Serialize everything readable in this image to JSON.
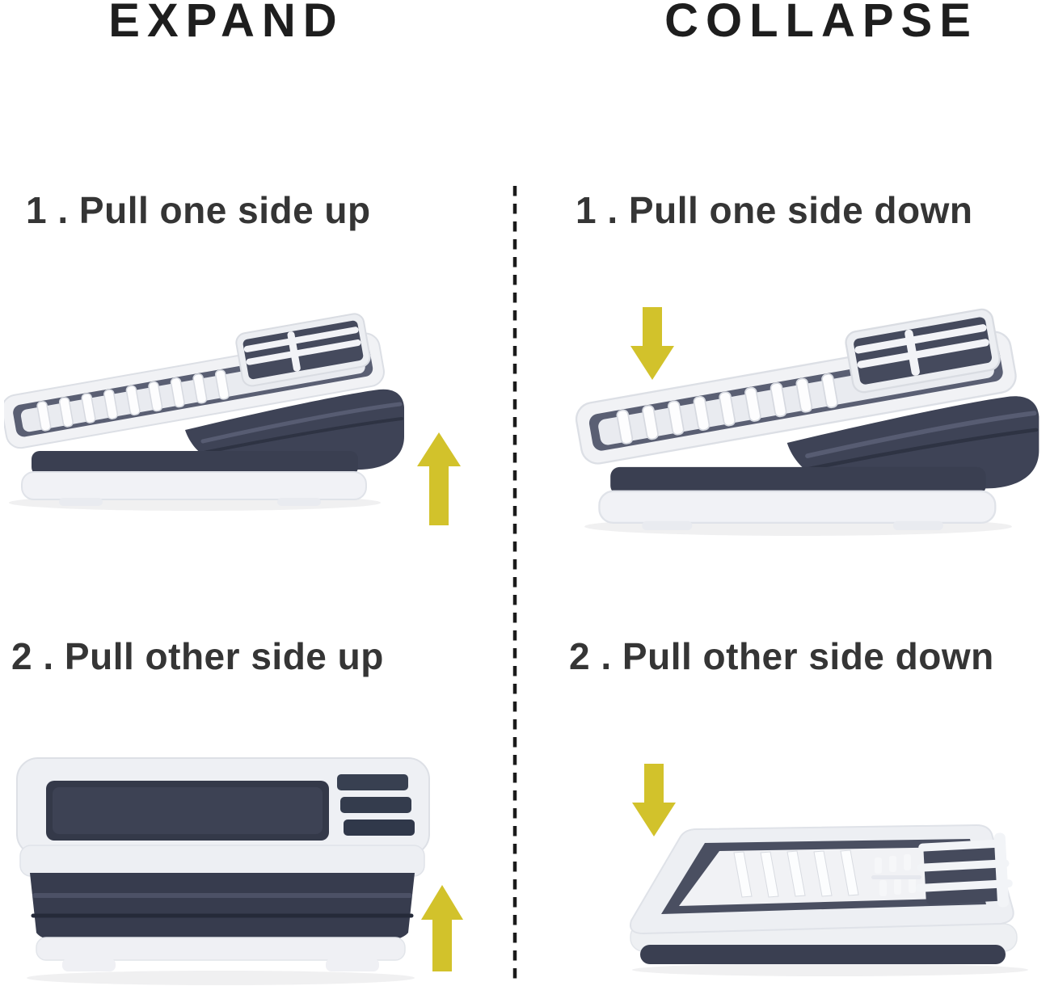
{
  "columns": {
    "expand": {
      "title": "EXPAND",
      "steps": [
        {
          "label": "1 . Pull one side up",
          "arrow": "up"
        },
        {
          "label": "2 . Pull other side up",
          "arrow": "up"
        }
      ]
    },
    "collapse": {
      "title": "COLLAPSE",
      "steps": [
        {
          "label": "1 . Pull one side down",
          "arrow": "down"
        },
        {
          "label": "2 . Pull other side down",
          "arrow": "down"
        }
      ]
    }
  },
  "icons": {
    "up": "arrow-up-icon",
    "down": "arrow-down-icon"
  },
  "colors": {
    "background": "#ffffff",
    "title_text": "#1e1e1e",
    "step_text": "#353535",
    "divider": "#1b1b1b",
    "arrow_yellow": "#d2c22b",
    "rack_plastic_white": "#eef0f4",
    "rack_plastic_shade": "#dfe2e8",
    "rack_silicone_dark": "#3a3f51",
    "rack_silicone_mid": "#4a4f63"
  }
}
